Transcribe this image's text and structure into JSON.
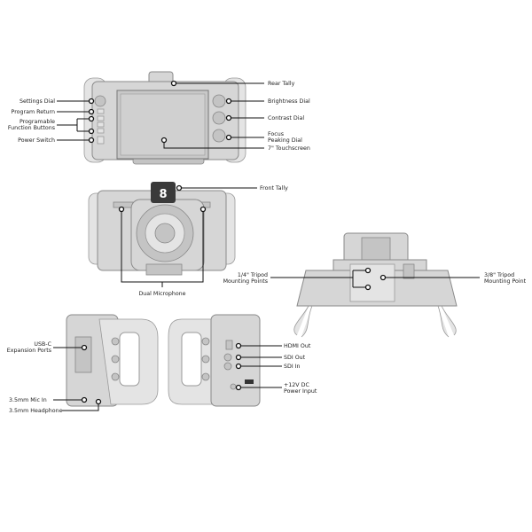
{
  "rear_view": {
    "settings_dial": "Settings Dial",
    "program_return": "Program Return",
    "function_buttons": [
      "Programable",
      "Function Buttons"
    ],
    "power_switch": "Power Switch",
    "rear_tally": "Rear Tally",
    "brightness_dial": "Brightness Dial",
    "contrast_dial": "Contrast Dial",
    "focus_peaking_dial": [
      "Focus",
      "Peaking Dial"
    ],
    "touchscreen": "7\" Touchscreen"
  },
  "front_view": {
    "tally_number": "8",
    "front_tally": "Front Tally",
    "dual_microphone": "Dual Microphone"
  },
  "bottom_view": {
    "quarter_inch_mounts": [
      "1/4\" Tripod",
      "Mounting Points"
    ],
    "three_eighth_mount": [
      "3/8\" Tripod",
      "Mounting Point"
    ]
  },
  "left_side_view": {
    "usb_c": [
      "USB-C",
      "Expansion Ports"
    ],
    "mic_in": "3.5mm Mic In",
    "headphone": "3.5mm Headphone"
  },
  "right_side_view": {
    "hdmi_out": "HDMI Out",
    "sdi_out": "SDI Out",
    "sdi_in": "SDI In",
    "power_input": [
      "+12V DC",
      "Power Input"
    ]
  }
}
